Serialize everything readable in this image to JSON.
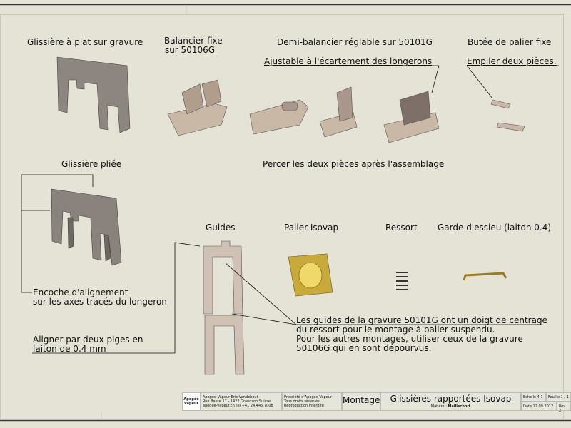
{
  "labels": {
    "glissiere_plat": "Glissière à plat sur gravure",
    "balancier_fixe_1": "Balancier fixe",
    "balancier_fixe_2": "sur 50106G",
    "demi_balancier": "Demi-balancier réglable sur 50101G",
    "ajustable": "Ajustable à l'écartement des longerons",
    "butee": "Butée de palier fixe",
    "empiler": "Empiler deux pièces.",
    "glissiere_pliee": "Glissière pliée",
    "percer": "Percer les deux pièces après l'assemblage",
    "guides": "Guides",
    "palier": "Palier Isovap",
    "ressort": "Ressort",
    "garde": "Garde d'essieu (laiton 0.4)",
    "encoche_1": "Encoche d'alignement",
    "encoche_2": "sur les axes tracés du longeron",
    "aligner_1": "Aligner par deux piges en",
    "aligner_2": "laiton de 0.4 mm",
    "note_1": "Les guides de la gravure 50101G ont un doigt de centrage",
    "note_2": "du ressort pour le montage à palier suspendu.",
    "note_3": "Pour les autres montages, utiliser ceux de la gravure",
    "note_4": "50106G qui en sont dépourvus."
  },
  "title_block": {
    "logo": "Apogée Vapeur",
    "company_1": "Apogée Vapeur Eric Vandebout",
    "company_2": "Rue Basse 17 - 1422 Grandson Suisse",
    "company_3": "apogee-vapeur.ch Tel +41 24 445 7008",
    "rights_1": "Propriété d'Apogée Vapeur",
    "rights_2": "Tous droits réservés",
    "rights_3": "Reproduction interdite",
    "type": "Montage",
    "title": "Glissières rapportées Isovap",
    "material_label": "Matière :",
    "material": "Maillechort",
    "scale": "Echelle 4:1",
    "sheet": "Feuille 1 / 1",
    "date": "Date  12.09.2012",
    "rev": "Rev 2"
  }
}
